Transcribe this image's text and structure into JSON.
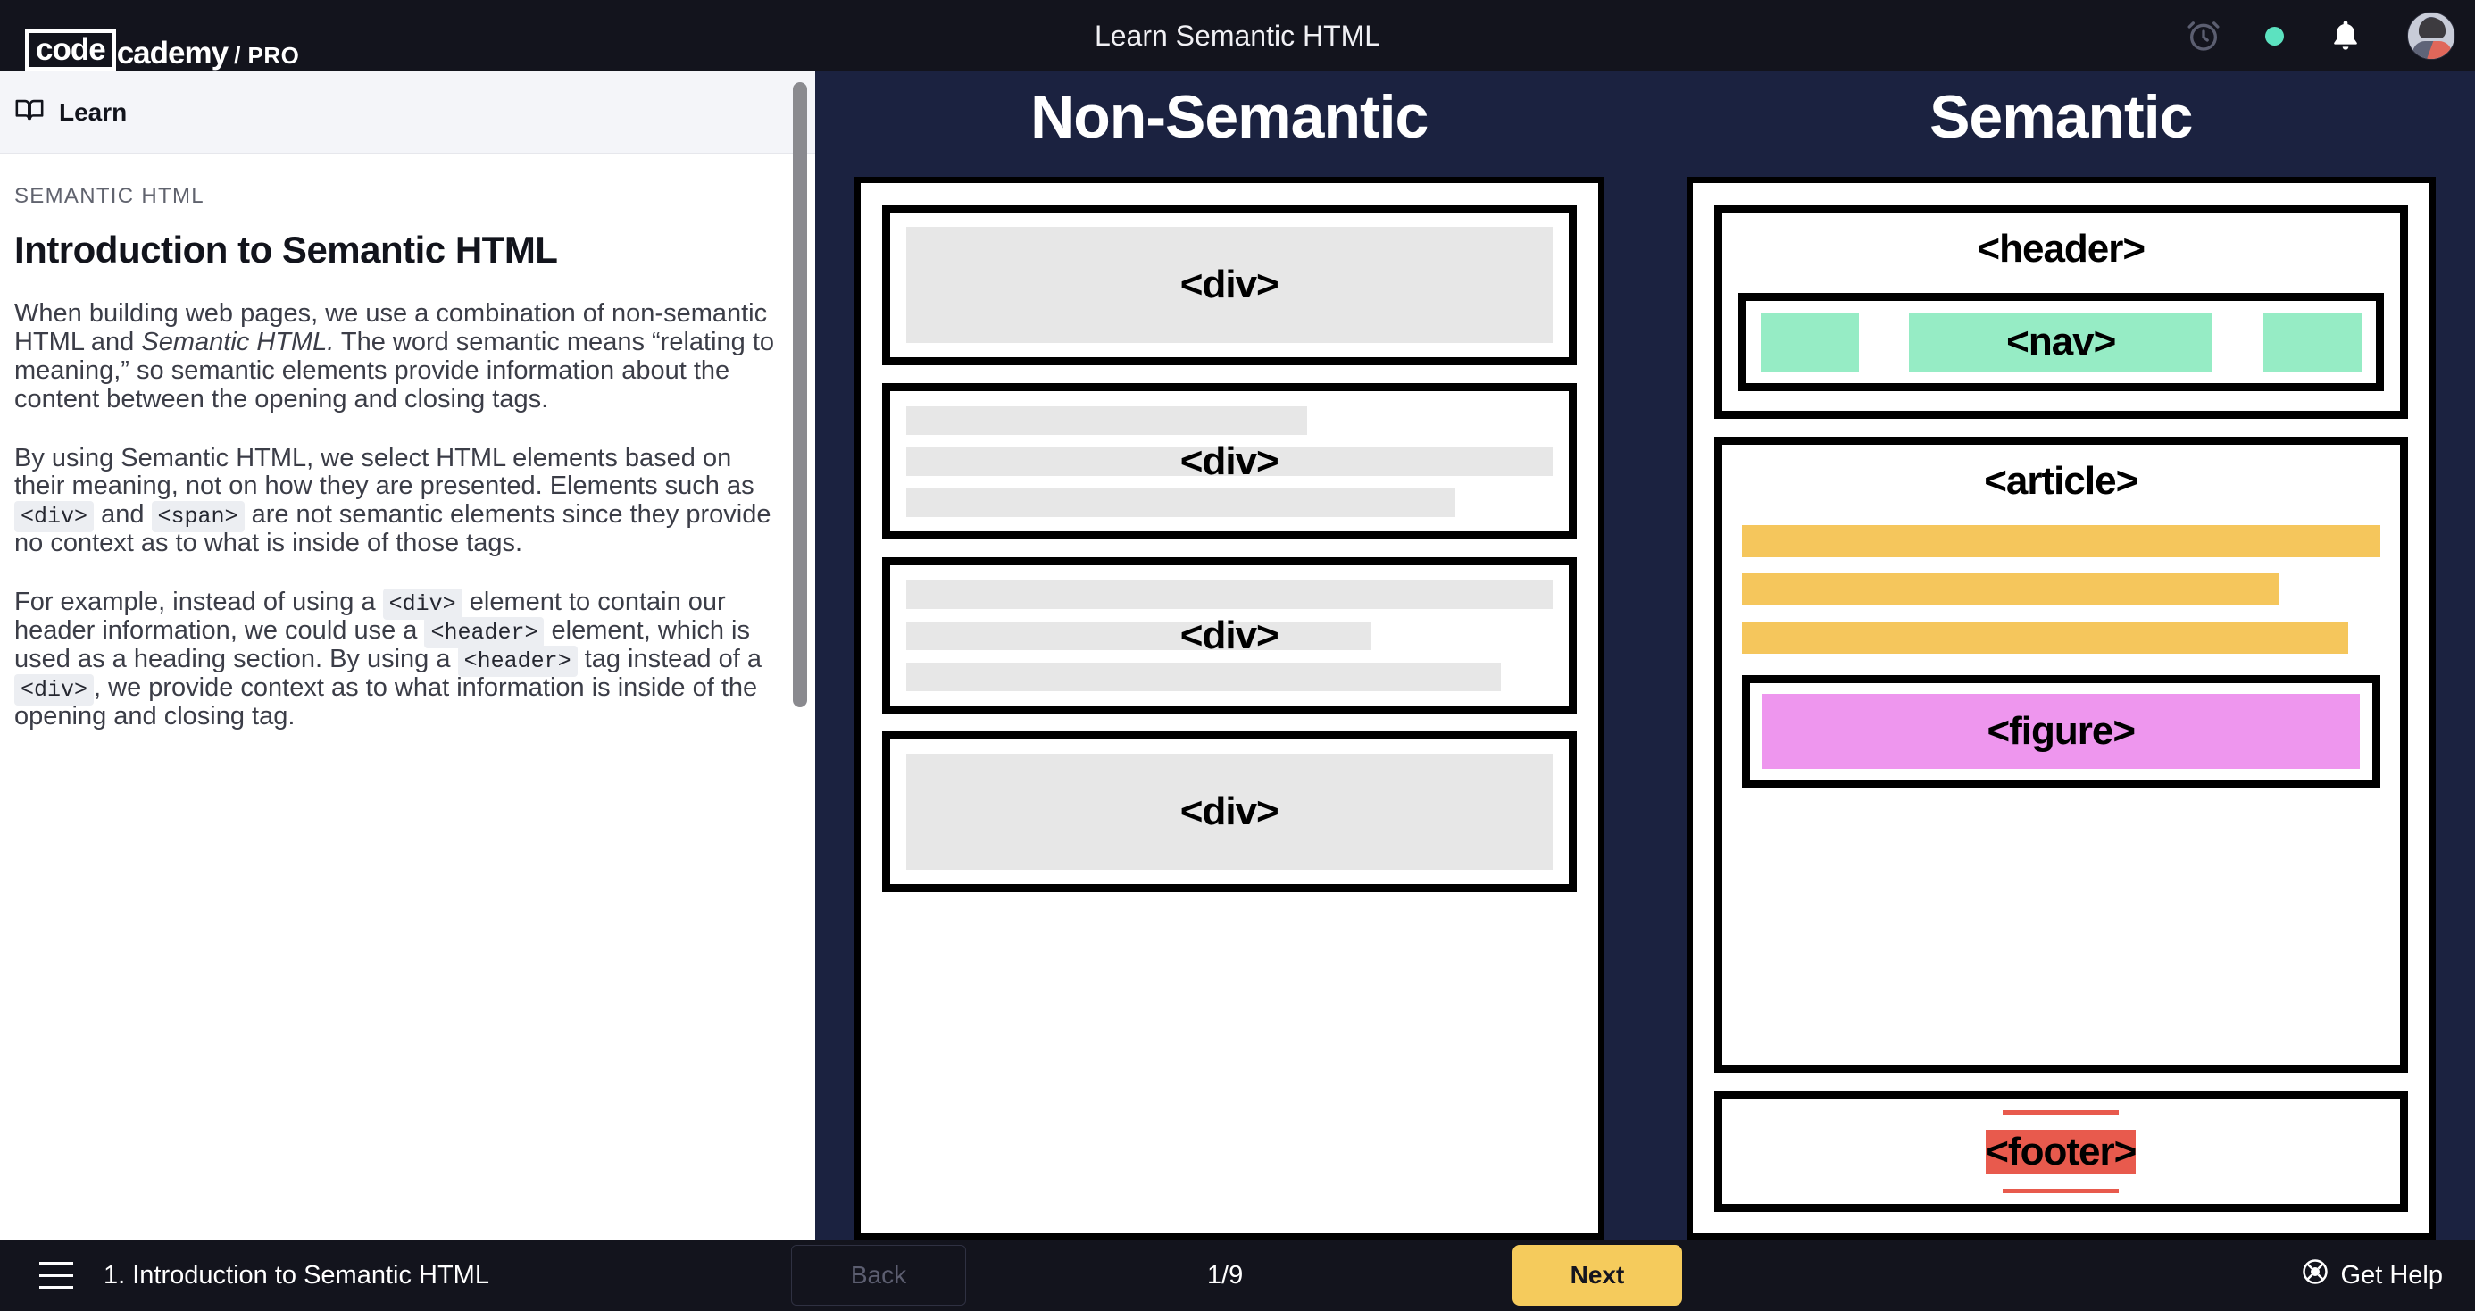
{
  "topbar": {
    "logo_code": "code",
    "logo_rest": "cademy",
    "logo_divider": "/",
    "logo_pro": "PRO",
    "title": "Learn Semantic HTML",
    "icons": {
      "alarm": "alarm-clock-icon",
      "status_dot": "streak-dot",
      "bell": "notifications-bell-icon",
      "avatar": "user-avatar"
    },
    "accent_teal": "#5ce2c0"
  },
  "left_panel": {
    "tab_label": "Learn",
    "tab_icon": "open-book-icon",
    "eyebrow": "SEMANTIC HTML",
    "title": "Introduction to Semantic HTML",
    "paragraphs": {
      "p1_a": "When building web pages, we use a combination of non-semantic HTML and ",
      "p1_em": "Semantic HTML.",
      "p1_b": " The word semantic means “relating to meaning,” so semantic elements provide information about the content between the opening and closing tags.",
      "p2_a": "By using Semantic HTML, we select HTML elements based on their meaning, not on how they are presented. Elements such as ",
      "p2_code1": "<div>",
      "p2_b": " and ",
      "p2_code2": "<span>",
      "p2_c": " are not semantic elements since they provide no context as to what is inside of those tags.",
      "p3_a": "For example, instead of using a ",
      "p3_code1": "<div>",
      "p3_b": " element to contain our header information, we could use a ",
      "p3_code2": "<header>",
      "p3_c": " element, which is used as a heading section. By using a ",
      "p3_code3": "<header>",
      "p3_d": " tag instead of a ",
      "p3_code4": "<div>",
      "p3_e": ", we provide context as to what information is inside of the opening and closing tag."
    }
  },
  "diagram": {
    "background": "#1b2240",
    "left_title": "Non-Semantic",
    "right_title": "Semantic",
    "non_semantic_blocks": [
      {
        "tag": "<div>",
        "layout": "full"
      },
      {
        "tag": "<div>",
        "layout": "lines"
      },
      {
        "tag": "<div>",
        "layout": "lines"
      },
      {
        "tag": "<div>",
        "layout": "full"
      }
    ],
    "semantic_blocks": [
      {
        "tag": "<header>",
        "child_tag": "<nav>",
        "color": "#96ecc5"
      },
      {
        "tag": "<article>",
        "child_tag": "<figure>",
        "bar_color": "#f5c65c",
        "figure_color": "#ee96ee"
      },
      {
        "tag": "<footer>",
        "color": "#e85a4d"
      }
    ],
    "placeholder_gray": "#e7e7e7"
  },
  "bottombar": {
    "menu_icon": "hamburger-menu-icon",
    "lesson_name": "1. Introduction to Semantic HTML",
    "back_label": "Back",
    "progress": "1/9",
    "next_label": "Next",
    "help_label": "Get Help",
    "help_icon": "life-ring-icon",
    "next_color": "#f5cb5c"
  }
}
